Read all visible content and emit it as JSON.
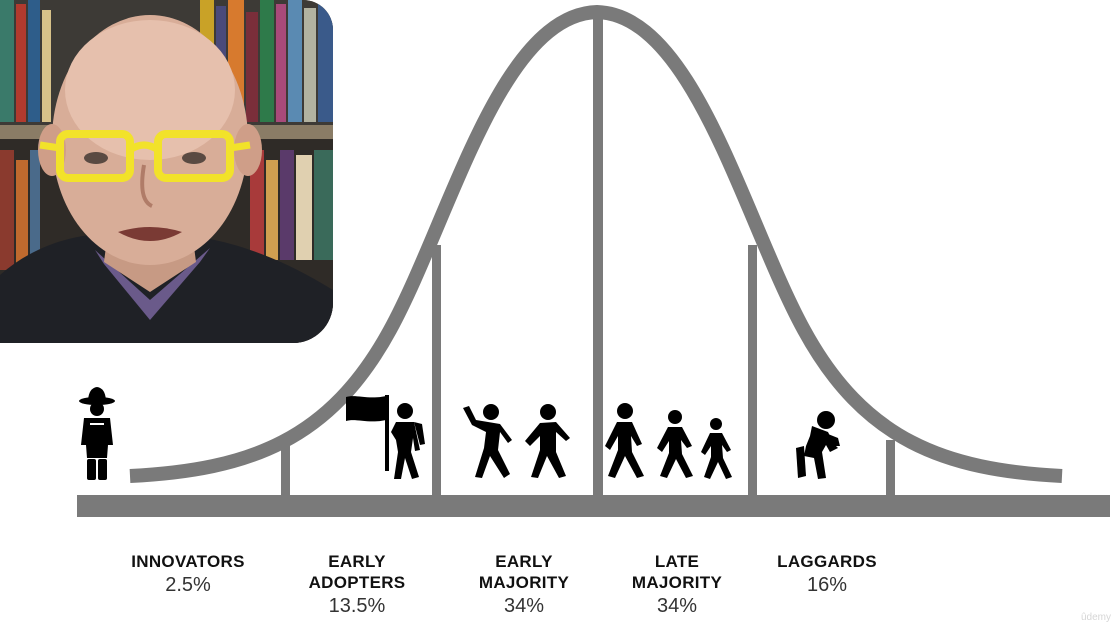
{
  "diagram": {
    "curve_color": "#7a7a7a",
    "icon_color": "#000000",
    "segments": [
      {
        "name_lines": [
          "INNOVATORS"
        ],
        "percent": "2.5%",
        "icon": "scout-icon"
      },
      {
        "name_lines": [
          "EARLY",
          "ADOPTERS"
        ],
        "percent": "13.5%",
        "icon": "flag-bearer-icon"
      },
      {
        "name_lines": [
          "EARLY",
          "MAJORITY"
        ],
        "percent": "34%",
        "icon": "walking-pair-icon"
      },
      {
        "name_lines": [
          "LATE",
          "MAJORITY"
        ],
        "percent": "34%",
        "icon": "walking-trio-icon"
      },
      {
        "name_lines": [
          "LAGGARDS"
        ],
        "percent": "16%",
        "icon": "sitting-person-icon"
      }
    ]
  },
  "video": {
    "presenter_icon": "presenter-webcam-icon"
  },
  "watermark": "ûdemy"
}
